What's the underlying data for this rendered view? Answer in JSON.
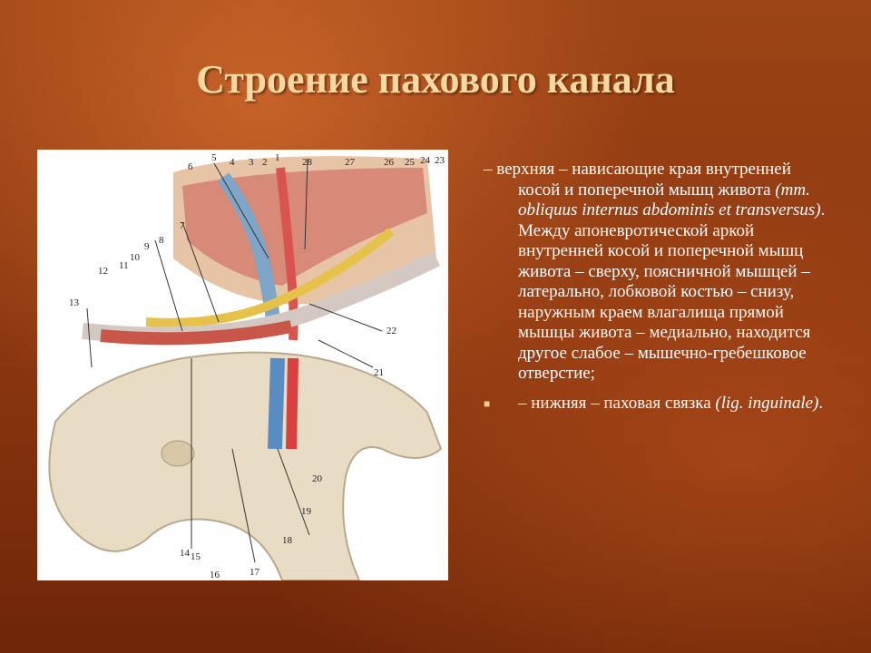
{
  "slide": {
    "title": "Строение пахового канала"
  },
  "text_block": {
    "para1": {
      "lead": "– верхняя – нависающие края внутренней косой и поперечной мышц живота",
      "latin": "(mm. obliquus internus abdominis et transversus)",
      "rest": ". Между апоневротической аркой внутренней косой и поперечной мышц живота – сверху, поясничной мышцей – латерально, лобковой костью – снизу, наружным краем влагалища прямой мышцы живота – медиально, находится другое слабое – мышечно-гребешковое отверстие;"
    },
    "bullet": {
      "marker": "■",
      "lead": "– нижняя – паховая связка",
      "latin": "(lig. inguinale)",
      "rest": "."
    }
  },
  "figure": {
    "labels": [
      "1",
      "2",
      "3",
      "4",
      "5",
      "6",
      "7",
      "8",
      "9",
      "10",
      "11",
      "12",
      "13",
      "14",
      "15",
      "16",
      "17",
      "18",
      "19",
      "20",
      "21",
      "22",
      "23",
      "24",
      "25",
      "26",
      "27",
      "28"
    ]
  },
  "colors": {
    "title": "#f6d9a0",
    "text": "#ffffff",
    "bullet": "#f2cf8a",
    "background": "#8a3a12"
  }
}
